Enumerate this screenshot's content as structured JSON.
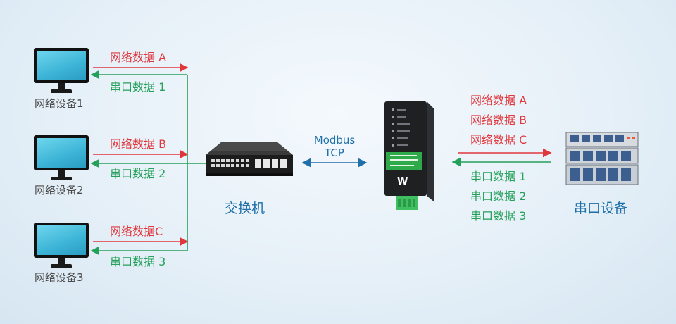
{
  "pcs": [
    {
      "label": "网络设备1",
      "net": "网络数据 A",
      "serial": "串口数据 1"
    },
    {
      "label": "网络设备2",
      "net": "网络数据 B",
      "serial": "串口数据 2"
    },
    {
      "label": "网络设备3",
      "net": "网络数据C",
      "serial": "串口数据 3"
    }
  ],
  "switch": {
    "label": "交换机"
  },
  "protocol": {
    "line1": "Modbus",
    "line2": "TCP"
  },
  "gateway_flow": {
    "net": [
      "网络数据 A",
      "网络数据 B",
      "网络数据 C"
    ],
    "serial": [
      "串口数据 1",
      "串口数据 2",
      "串口数据 3"
    ]
  },
  "server": {
    "label": "串口设备"
  },
  "colors": {
    "network": "#e0373c",
    "serial": "#25a05a",
    "protocol": "#1f6fa8"
  }
}
